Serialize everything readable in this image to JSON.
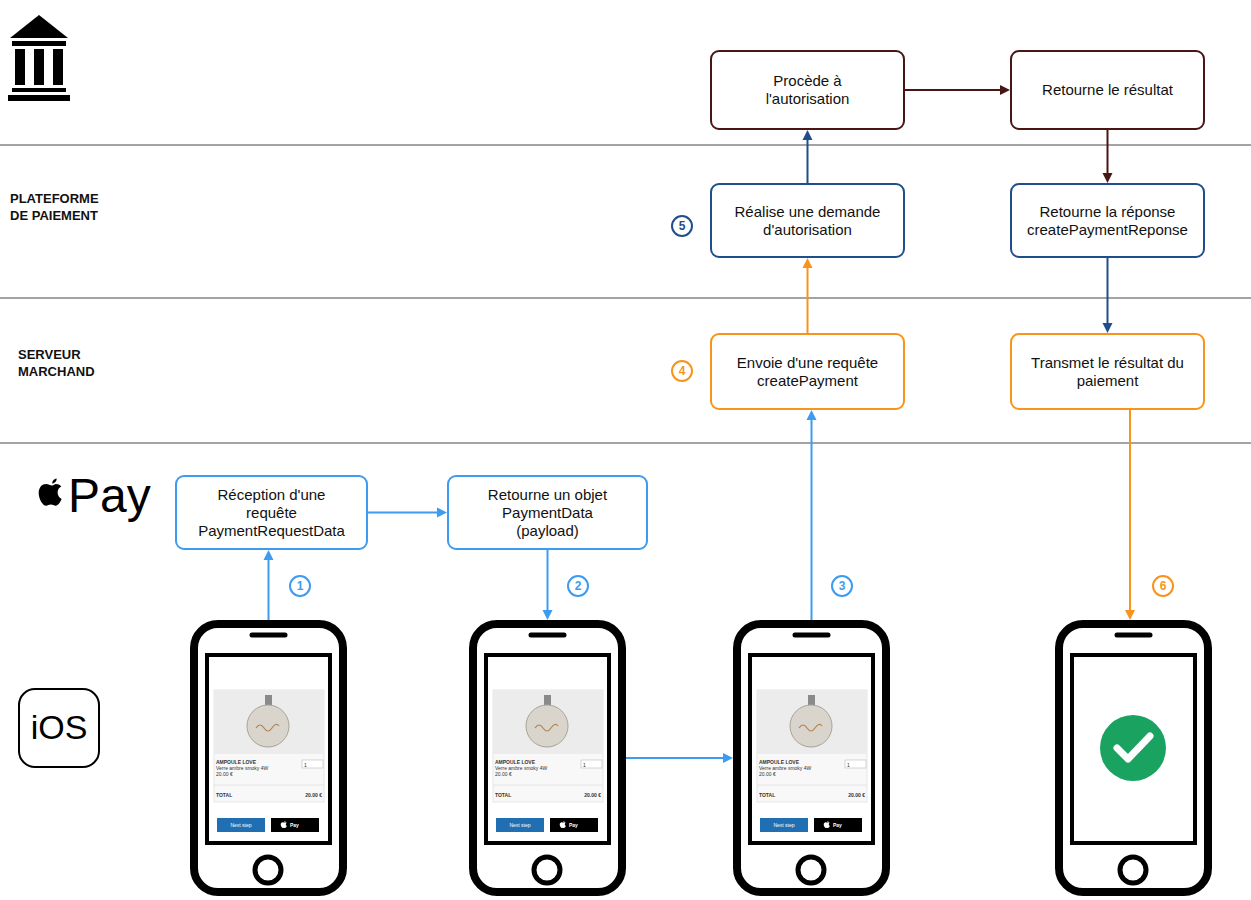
{
  "diagram": {
    "nodes": [
      {
        "text": [
          "Procède à l'autorisation"
        ]
      },
      {
        "text": [
          "Retourne le résultat"
        ]
      },
      {
        "text": [
          "Réalise une demande d'autorisation"
        ]
      },
      {
        "text": [
          "Retourne la réponse createPaymentReponse"
        ]
      },
      {
        "text": [
          "Envoie d'une requête createPayment"
        ]
      },
      {
        "text": [
          "Transmet le résultat du paiement"
        ]
      },
      {
        "text": [
          "Réception d'une requête PaymentRequestData"
        ]
      },
      {
        "text": [
          "Retourne un objet PaymentData (payload)"
        ]
      },
      {
        "text": [
          "AMPOULE LOVE",
          "Verre ambre smoky 4W",
          "20.00 €",
          "1",
          "TOTAL",
          "20.00 €",
          "Next step",
          "Pay"
        ]
      },
      {
        "text": [
          "AMPOULE LOVE",
          "Verre ambre smoky 4W",
          "20.00 €",
          "1",
          "TOTAL",
          "20.00 €",
          "Next step",
          "Pay"
        ]
      },
      {
        "text": [
          "AMPOULE LOVE",
          "Verre ambre smoky 4W",
          "20.00 €",
          "1",
          "TOTAL",
          "20.00 €",
          "Next step",
          "Pay"
        ]
      },
      {
        "text": []
      }
    ],
    "edges": [
      {
        "from": 8,
        "to": 6,
        "arrow": "to"
      },
      {
        "from": 6,
        "to": 7,
        "arrow": "to"
      },
      {
        "from": 7,
        "to": 9,
        "arrow": "to"
      },
      {
        "from": 9,
        "to": 10,
        "arrow": "to"
      },
      {
        "from": 10,
        "to": 4,
        "arrow": "to"
      },
      {
        "from": 4,
        "to": 2,
        "arrow": "to"
      },
      {
        "from": 2,
        "to": 0,
        "arrow": "to"
      },
      {
        "from": 0,
        "to": 1,
        "arrow": "to"
      },
      {
        "from": 1,
        "to": 3,
        "arrow": "to"
      },
      {
        "from": 3,
        "to": 5,
        "arrow": "to"
      },
      {
        "from": 5,
        "to": 11,
        "arrow": "to"
      }
    ],
    "labels": [
      "PLATEFORME DE PAIEMENT",
      "5",
      "SERVEUR MARCHAND",
      "4",
      "Pay",
      "1",
      "2",
      "3",
      "6",
      "iOS"
    ]
  }
}
